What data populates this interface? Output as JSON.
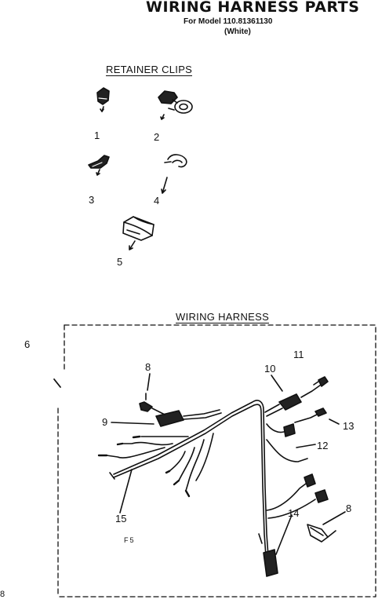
{
  "title": "WIRING HARNESS PARTS",
  "model_line": "For Model 110.81361130",
  "color_line": "(White)",
  "retainer_section": {
    "heading": "RETAINER CLIPS",
    "part_labels": [
      "1",
      "2",
      "3",
      "4",
      "5"
    ]
  },
  "harness_section": {
    "heading": "WIRING HARNESS",
    "part_labels": [
      "6",
      "8",
      "9",
      "10",
      "11",
      "12",
      "13",
      "14",
      "15",
      "8"
    ],
    "footnote": "F5"
  },
  "corner_mark": "8",
  "colors": {
    "ink": "#111111",
    "paper": "#ffffff"
  }
}
